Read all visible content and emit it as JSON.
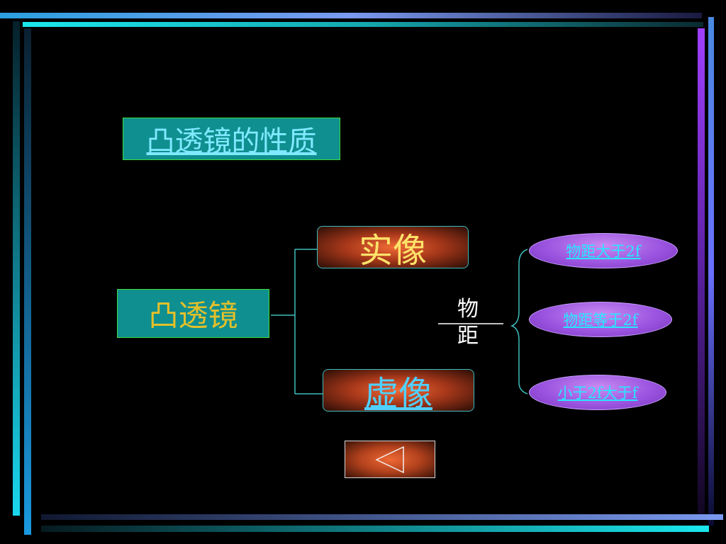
{
  "slide": {
    "title": "凸透镜的性质",
    "main_concept": "凸透镜",
    "real_image": "实像",
    "virtual_image": "虚像",
    "object_distance_label_top": "物",
    "object_distance_label_bottom": "距",
    "conditions": [
      "物距大于2f",
      "物距等于2f",
      "小于2f大于f"
    ],
    "back_button_icon": "left-triangle-icon"
  },
  "colors": {
    "background": "#000000",
    "box_fill": "#0f8f8f",
    "box_border": "#3fdc3f",
    "link_text": "#28e7ff",
    "real_image_text": "#ffe36a",
    "main_concept_text": "#e3c02a",
    "oval_fill": "#9b55e0"
  }
}
